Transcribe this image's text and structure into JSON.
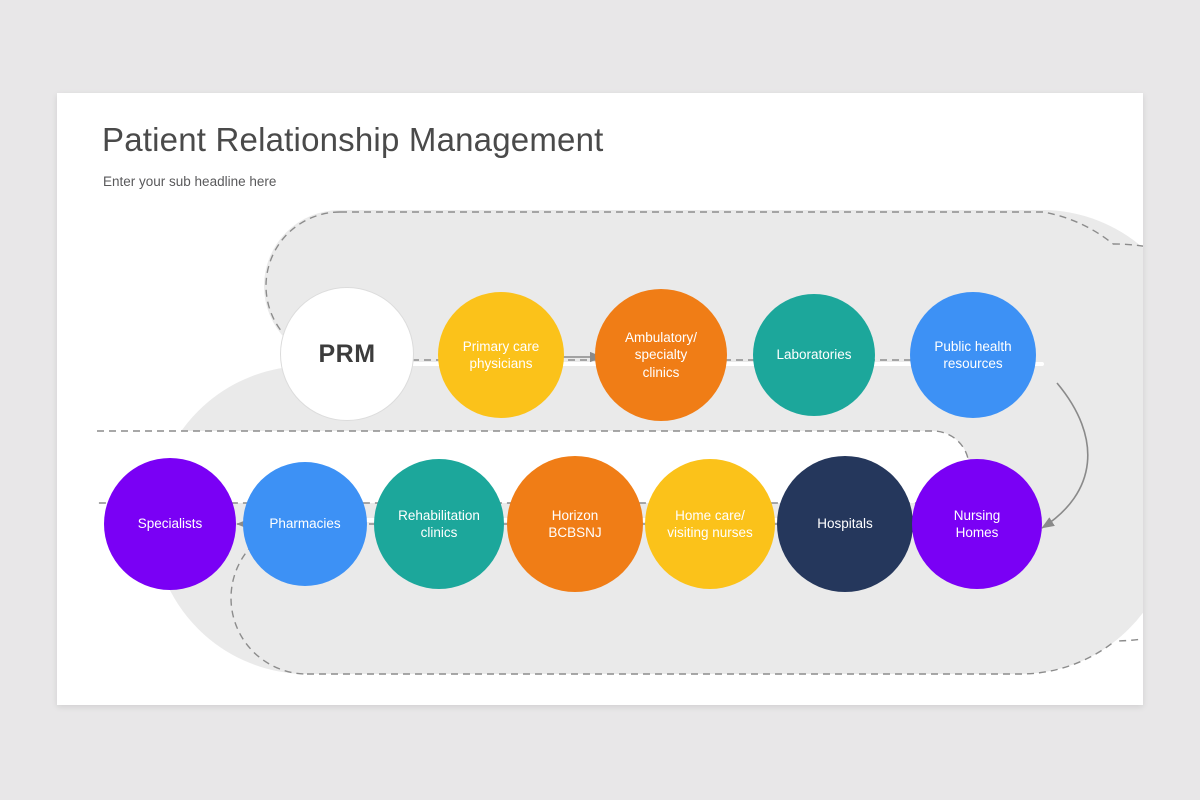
{
  "header": {
    "title": "Patient Relationship Management",
    "subtitle": "Enter your sub headline here"
  },
  "colors": {
    "page_background": "#e8e7e8",
    "slide_background": "#ffffff",
    "track_fill": "#eaeaea",
    "track_dash": "#8c8c8c",
    "connector": "#8a8a8a",
    "title_text": "#4a4a4a",
    "subtitle_text": "#59595b",
    "yellow": "#fbc21a",
    "orange": "#f07d16",
    "teal": "#1ca79b",
    "blue": "#3d91f5",
    "purple": "#7a00f5",
    "navy": "#25375c",
    "white": "#ffffff",
    "prm_border": "#dcdcdc",
    "prm_text": "#3c3c3c"
  },
  "diagram": {
    "hub": {
      "label": "PRM",
      "color": "#ffffff",
      "text_color": "#3c3c3c"
    },
    "top_row": [
      {
        "label": "Primary care\nphysicians",
        "color": "#fbc21a"
      },
      {
        "label": "Ambulatory/\nspecialty\nclinics",
        "color": "#f07d16"
      },
      {
        "label": "Laboratories",
        "color": "#1ca79b"
      },
      {
        "label": "Public health\nresources",
        "color": "#3d91f5"
      }
    ],
    "bottom_row": [
      {
        "label": "Specialists",
        "color": "#7a00f5"
      },
      {
        "label": "Pharmacies",
        "color": "#3d91f5"
      },
      {
        "label": "Rehabilitation\nclinics",
        "color": "#1ca79b"
      },
      {
        "label": "Horizon\nBCBSNJ",
        "color": "#f07d16"
      },
      {
        "label": "Home care/\nvisiting nurses",
        "color": "#fbc21a"
      },
      {
        "label": "Hospitals",
        "color": "#25375c"
      },
      {
        "label": "Nursing\nHomes",
        "color": "#7a00f5"
      }
    ]
  }
}
